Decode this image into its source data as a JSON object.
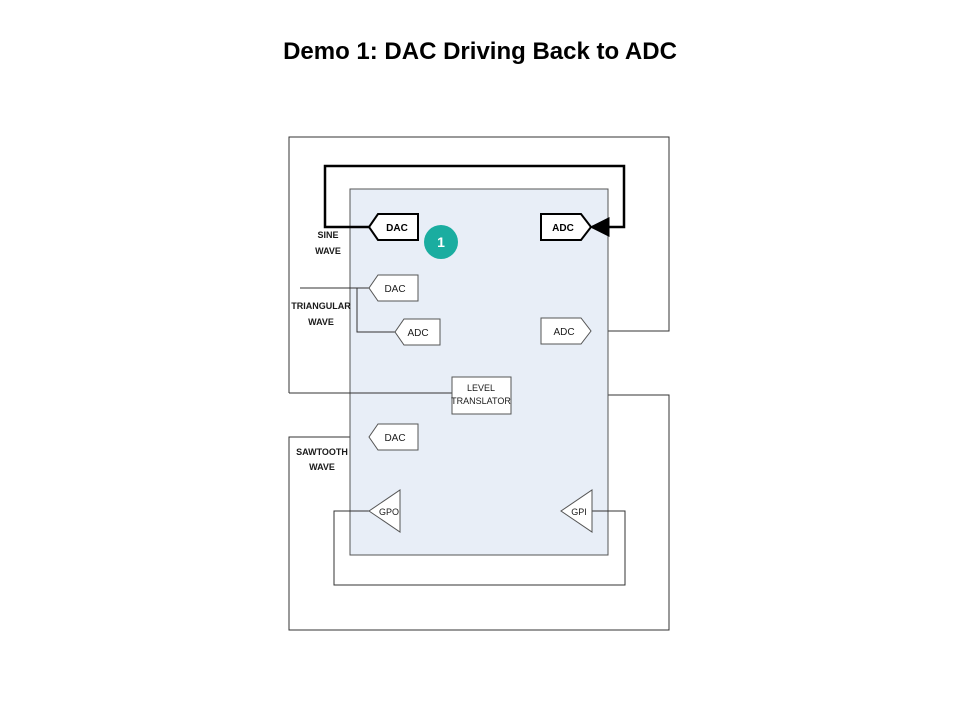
{
  "title": "Demo 1: DAC Driving Back to ADC",
  "colors": {
    "board_fill": "#e8eef7",
    "board_stroke": "#555555",
    "badge": "#1aada0",
    "wire": "#333333"
  },
  "blocks": {
    "dac_sine": "DAC",
    "adc_loopback": "ADC",
    "dac_triangular": "DAC",
    "adc_triangular": "ADC",
    "adc_right": "ADC",
    "level_translator_line1": "LEVEL",
    "level_translator_line2": "TRANSLATOR",
    "dac_sawtooth": "DAC",
    "gpo": "GPO",
    "gpi": "GPI"
  },
  "labels": {
    "sine_line1": "SINE",
    "sine_line2": "WAVE",
    "triangular_line1": "TRIANGULAR",
    "triangular_line2": "WAVE",
    "sawtooth_line1": "SAWTOOTH",
    "sawtooth_line2": "WAVE"
  },
  "badge": {
    "number": "1"
  }
}
